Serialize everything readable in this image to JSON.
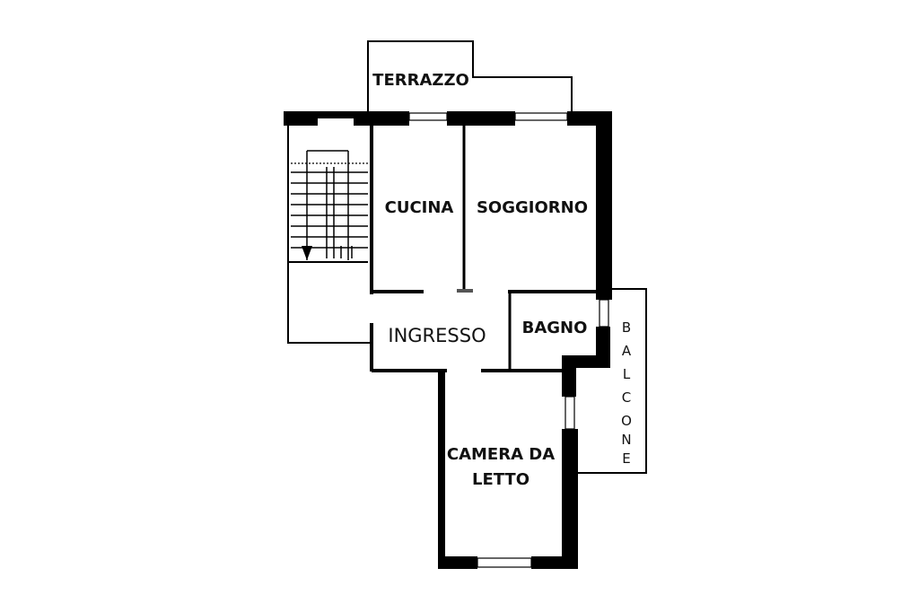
{
  "plan": {
    "rooms": {
      "terrazzo": "TERRAZZO",
      "cucina": "CUCINA",
      "soggiorno": "SOGGIORNO",
      "ingresso": "INGRESSO",
      "bagno": "BAGNO",
      "camera_line1": "CAMERA DA",
      "camera_line2": "LETTO",
      "balcone_letters": [
        "B",
        "A",
        "L",
        "C",
        "O",
        "N",
        "E"
      ]
    }
  }
}
